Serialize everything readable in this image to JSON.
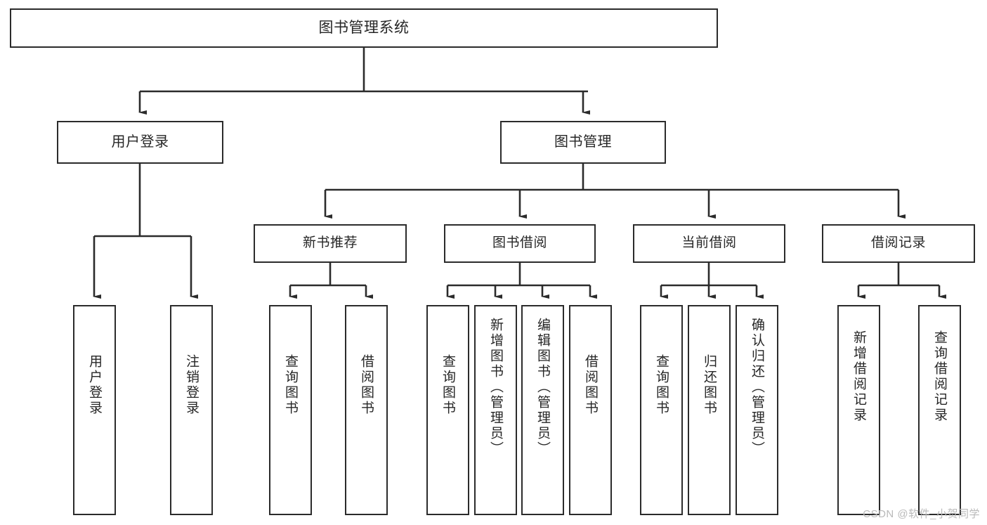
{
  "diagram": {
    "title": "图书管理系统",
    "type": "tree",
    "colors": {
      "background": "#ffffff",
      "box_border": "#2b2b2b",
      "box_fill": "#ffffff",
      "text": "#262626",
      "connector": "#2b2b2b",
      "watermark": "#b9b9b9"
    }
  },
  "root": {
    "label": "图书管理系统"
  },
  "level2": [
    {
      "label": "用户登录"
    },
    {
      "label": "图书管理"
    }
  ],
  "level3": [
    {
      "label": "新书推荐"
    },
    {
      "label": "图书借阅"
    },
    {
      "label": "当前借阅"
    },
    {
      "label": "借阅记录"
    }
  ],
  "leaves": [
    {
      "label": "用户登录"
    },
    {
      "label": "注销登录"
    },
    {
      "label": "查询图书"
    },
    {
      "label": "借阅图书"
    },
    {
      "label": "查询图书"
    },
    {
      "label": "新增图书（管理员）"
    },
    {
      "label": "编辑图书（管理员）"
    },
    {
      "label": "借阅图书"
    },
    {
      "label": "查询图书"
    },
    {
      "label": "归还图书"
    },
    {
      "label": "确认归还（管理员）"
    },
    {
      "label": "新增借阅记录"
    },
    {
      "label": "查询借阅记录"
    }
  ],
  "watermark": {
    "text": "CSDN @软件_小贺同学"
  }
}
